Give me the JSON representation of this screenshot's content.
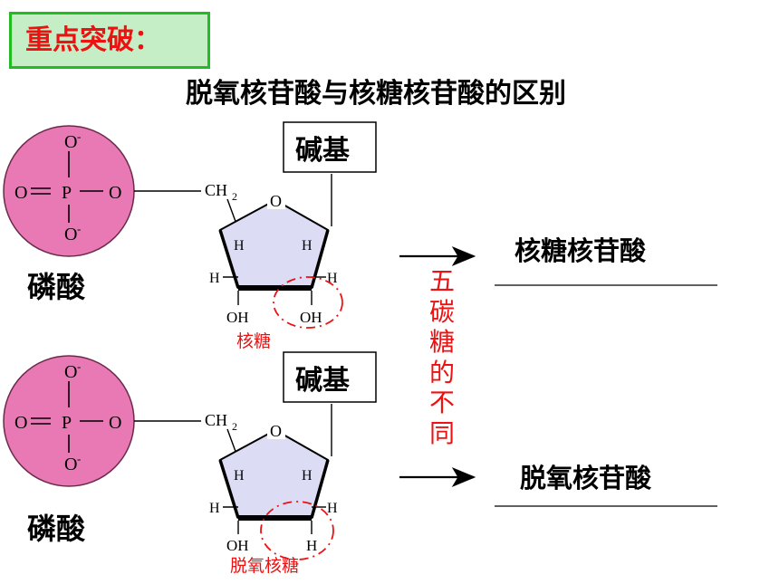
{
  "heading": "重点突破：",
  "title": "脱氧核苷酸与核糖核苷酸的区别",
  "structure_labels": {
    "oxygen": "O",
    "phosphorus": "P",
    "carbon_group": "CH",
    "subscript_two": "2",
    "hydrogen": "H",
    "hydroxyl": "OH",
    "minus": "-",
    "equals": "="
  },
  "top_structure": {
    "phosphate_label": "磷酸",
    "base_label": "碱基",
    "sugar_label": "核糖",
    "result": "核糖核苷酸"
  },
  "bottom_structure": {
    "phosphate_label": "磷酸",
    "base_label": "碱基",
    "sugar_label": "脱氧核糖",
    "result": "脱氧核苷酸"
  },
  "difference_note": [
    "五",
    "碳",
    "糖",
    "的",
    "不",
    "同"
  ],
  "colors": {
    "accent_red": "#ee1111",
    "phosphate_fill": "#e879b4",
    "heading_fill": "#c6eec6",
    "heading_border": "#22bb22",
    "sugar_fill": "#dcdcf5"
  }
}
